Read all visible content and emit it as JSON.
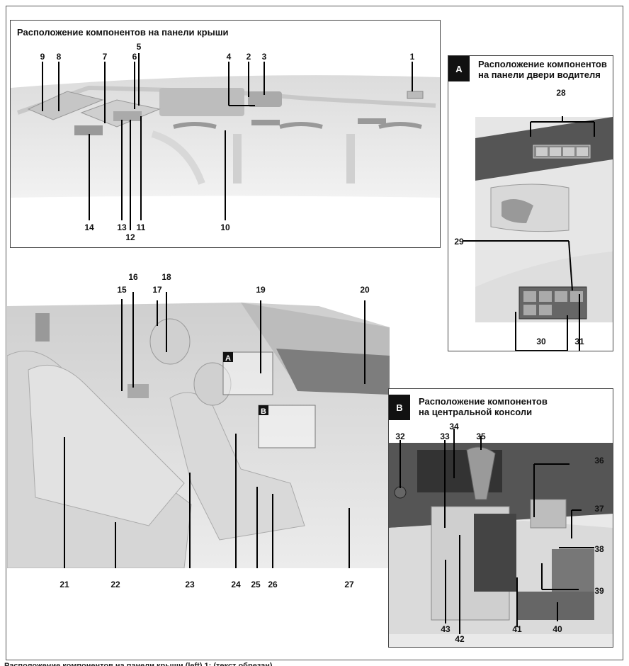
{
  "titles": {
    "roof_panel": "Расположение компонентов на панели крыши",
    "door_panel_line1": "Расположение компонентов",
    "door_panel_line2": "на панели двери водителя",
    "console_line1": "Расположение компонентов",
    "console_line2": "на центральной консоли"
  },
  "tags": {
    "door": "A",
    "console": "B",
    "inset_a": "A",
    "inset_b": "B"
  },
  "roof_callouts": [
    "9",
    "8",
    "7",
    "6",
    "5",
    "4",
    "2",
    "3",
    "1",
    "14",
    "13",
    "12",
    "11",
    "10"
  ],
  "door_callouts": [
    "28",
    "29",
    "30",
    "31"
  ],
  "interior_callouts": [
    "15",
    "16",
    "17",
    "18",
    "19",
    "20",
    "21",
    "22",
    "23",
    "24",
    "25",
    "26",
    "27"
  ],
  "console_callouts": [
    "32",
    "33",
    "34",
    "35",
    "36",
    "37",
    "38",
    "39",
    "40",
    "41",
    "42",
    "43"
  ],
  "footer_text": "Расположение компонентов на панели крыши (left) 1: (текст обрезан)",
  "icons": [
    "roof-illustration",
    "door-illustration",
    "interior-illustration",
    "console-illustration"
  ]
}
